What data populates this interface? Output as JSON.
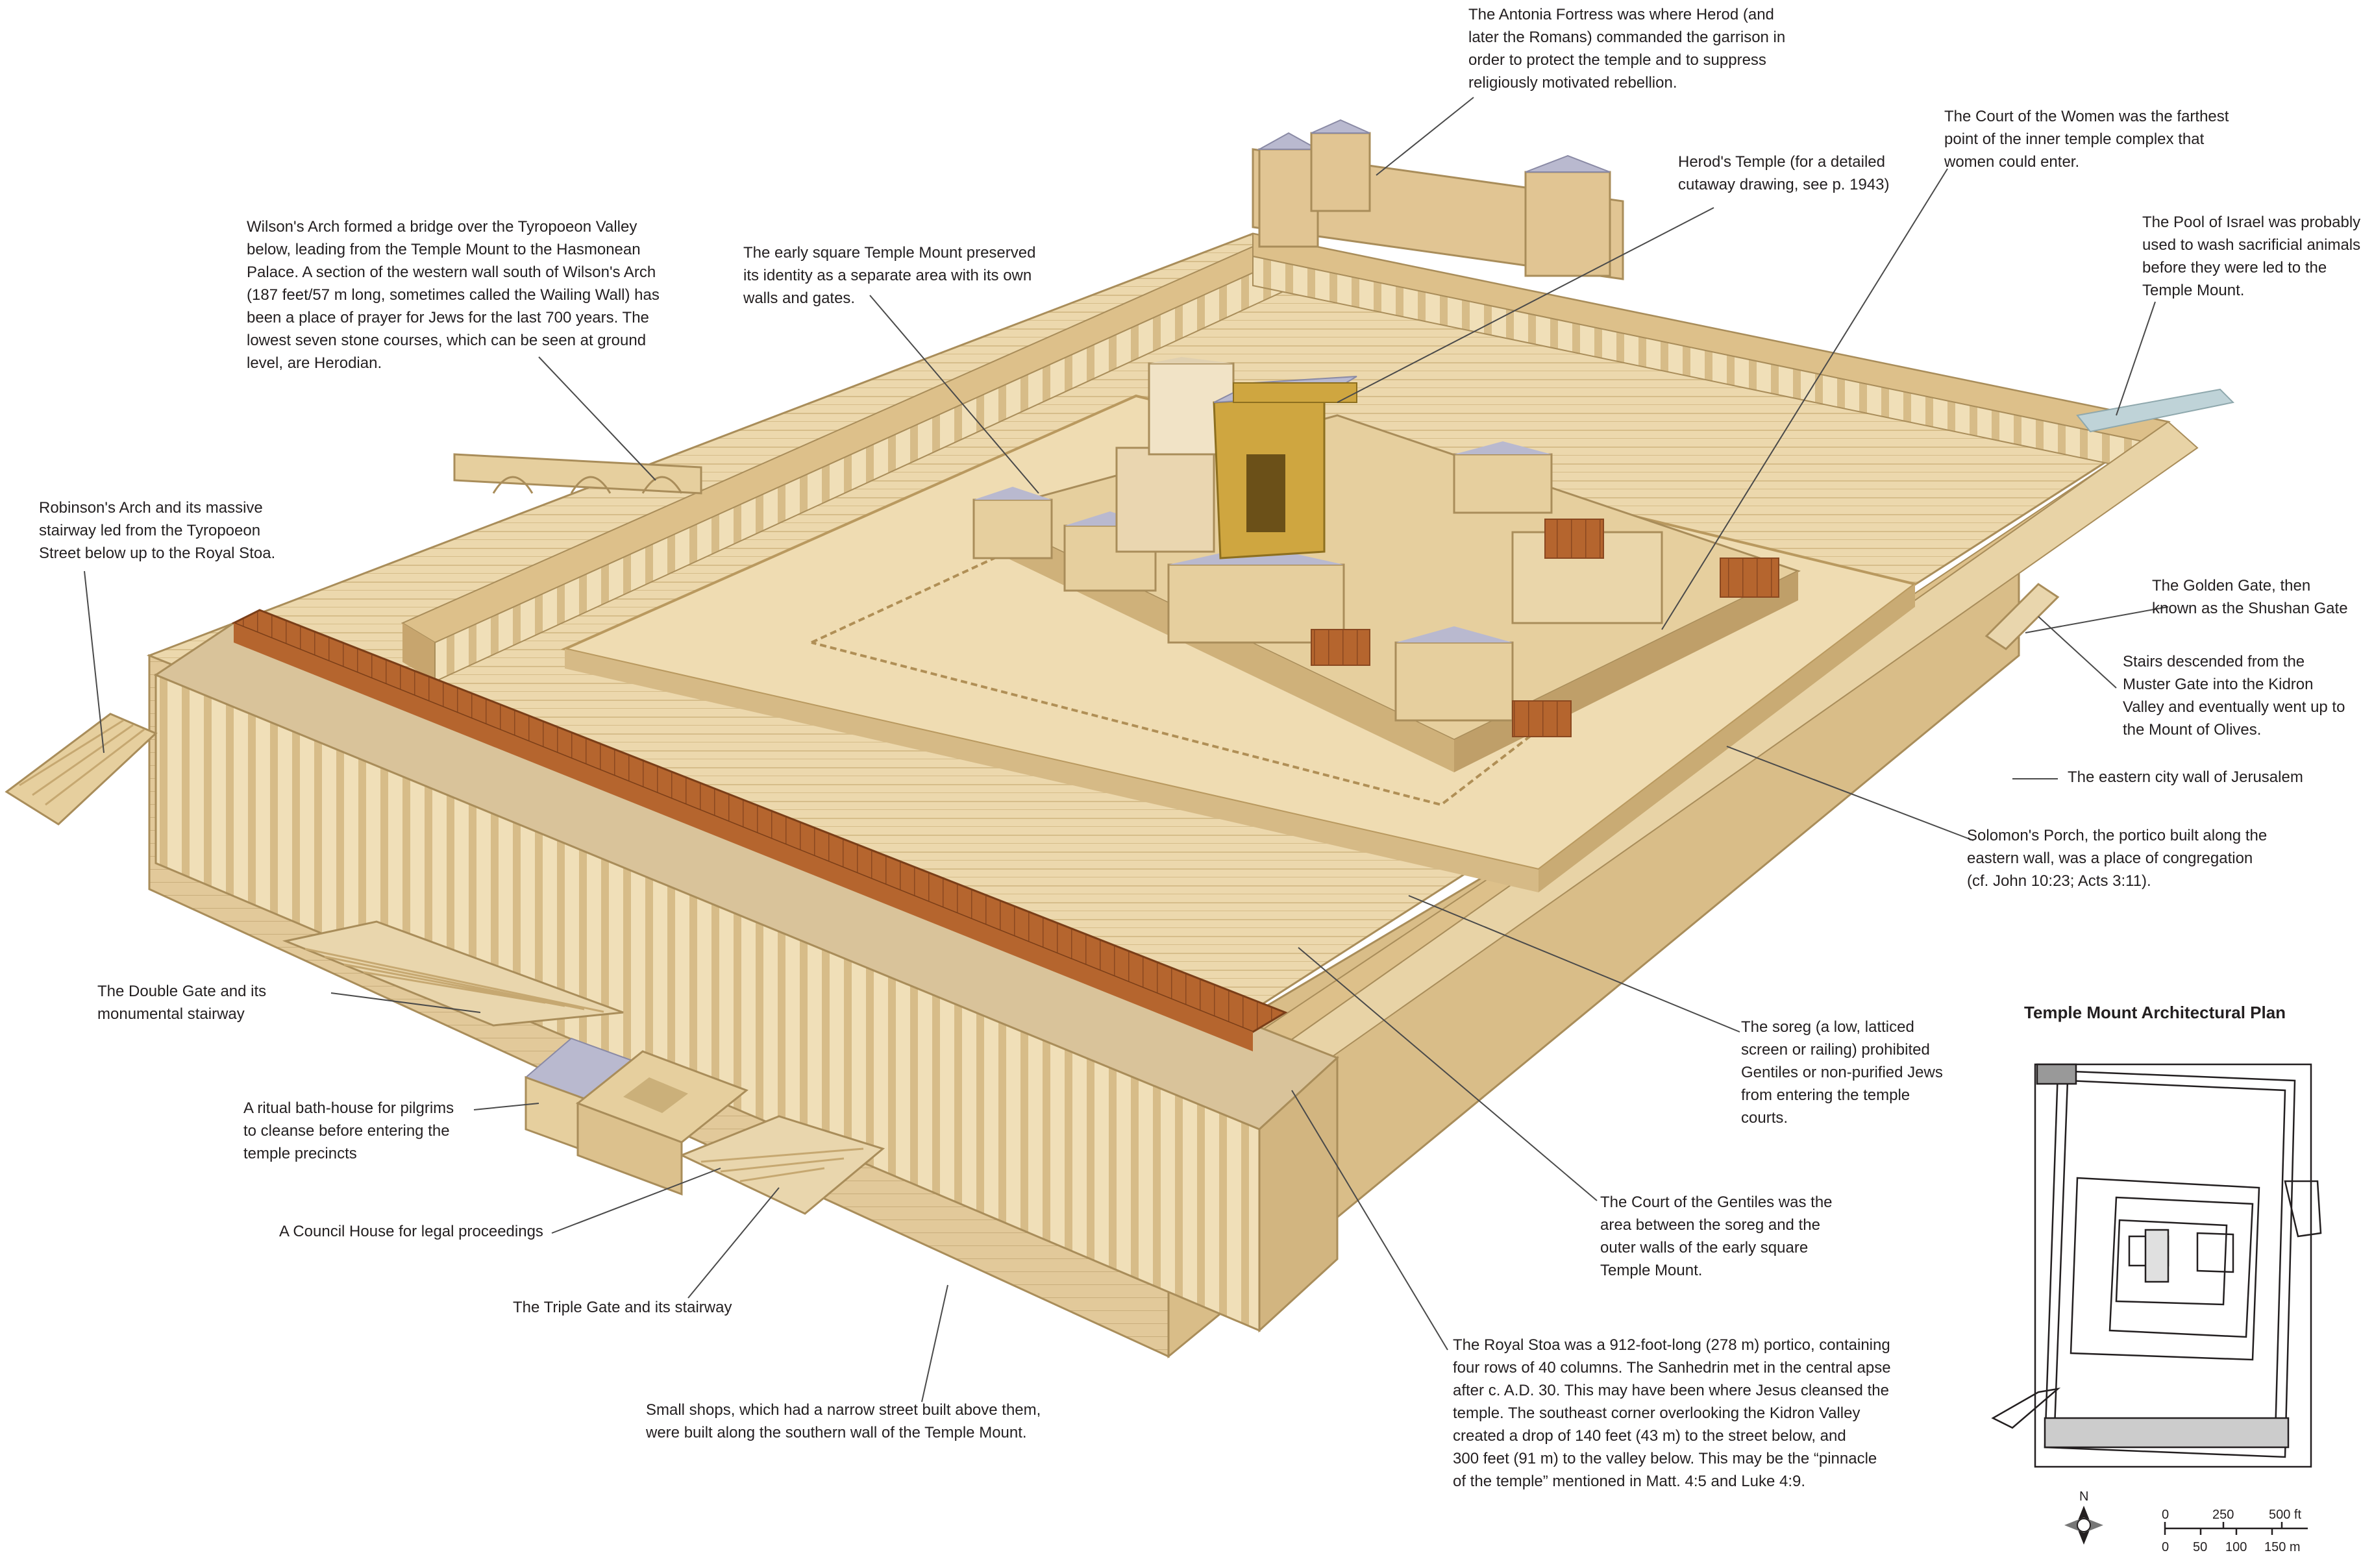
{
  "annotations": {
    "antonia": "The Antonia Fortress was where Herod (and\nlater the Romans) commanded the garrison in\norder to protect the temple and to suppress\nreligiously motivated rebellion.",
    "court_women": "The Court of the Women was the farthest\npoint of the inner temple complex that\nwomen could enter.",
    "herods_temple": "Herod's Temple (for a detailed\ncutaway drawing, see p. 1943)",
    "wilsons_arch": "Wilson's Arch formed a bridge over the Tyropoeon Valley\nbelow, leading from the Temple Mount to the Hasmonean\nPalace. A section of the western wall south of Wilson's Arch\n(187 feet/57 m long, sometimes called the Wailing Wall) has\nbeen a place of prayer for Jews for the last 700 years. The\nlowest seven stone courses, which can be seen at ground\nlevel, are Herodian.",
    "early_square": "The early square Temple Mount preserved\nits identity as a separate area with its own\nwalls and gates.",
    "pool_israel": "The Pool of Israel was probably\nused to wash sacrificial animals\nbefore they were led to the\nTemple Mount.",
    "robinsons_arch": "Robinson's Arch and its massive\nstairway led from the Tyropoeon\nStreet below up to the Royal Stoa.",
    "golden_gate": "The Golden Gate, then\nknown as the Shushan Gate",
    "stairs_muster": "Stairs descended from the\nMuster Gate into the Kidron\nValley and eventually went up to\nthe Mount of Olives.",
    "eastern_wall": "The eastern city wall of Jerusalem",
    "solomons_porch": "Solomon's Porch, the portico built along the\neastern wall, was a place of congregation\n(cf. John 10:23; Acts 3:11).",
    "double_gate": "The Double Gate and its\nmonumental stairway",
    "soreg": "The soreg (a low, latticed\nscreen or railing) prohibited\nGentiles or non-purified Jews\nfrom entering the temple\ncourts.",
    "ritual_bath": "A ritual bath-house for pilgrims\nto cleanse before entering the\ntemple precincts",
    "council_house": "A Council House for legal proceedings",
    "court_gentiles": "The Court of the Gentiles was the\narea between the soreg and the\nouter walls of the early square\nTemple Mount.",
    "triple_gate": "The Triple Gate and its stairway",
    "royal_stoa": "The Royal Stoa was a 912-foot-long (278 m) portico, containing\nfour rows of 40 columns. The Sanhedrin met in the central apse\nafter c. A.D. 30. This may have been where Jesus cleansed the\ntemple. The southeast corner overlooking the Kidron Valley\ncreated a drop of 140 feet (43 m) to the street below, and\n300 feet (91 m) to the valley below. This may be the “pinnacle\nof the temple” mentioned in Matt. 4:5 and Luke 4:9.",
    "small_shops": "Small shops, which had a narrow street built above them,\nwere built along the southern wall of the Temple Mount."
  },
  "plan": {
    "title": "Temple Mount Architectural Plan",
    "north": "N",
    "scale_ft": [
      "0",
      "250",
      "500 ft"
    ],
    "scale_m": [
      "0",
      "50",
      "100",
      "150 m"
    ]
  },
  "colors": {
    "stone": "#e6cf9e",
    "stone_dark": "#c8a86e",
    "roof_tile": "#b5652e",
    "roof_slate": "#b9b9cf",
    "gold": "#cfa640",
    "leader": "#4a4a4a"
  }
}
